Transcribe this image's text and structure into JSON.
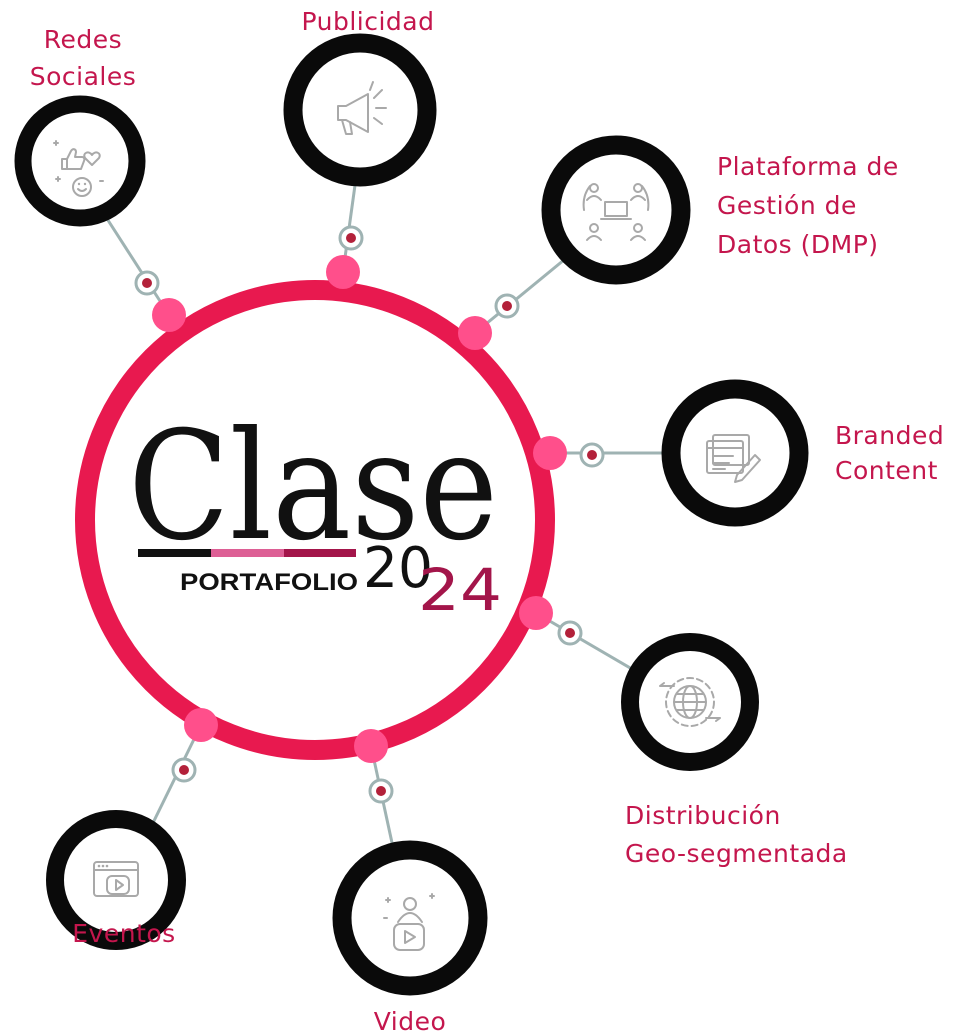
{
  "logo": {
    "word": "Clase",
    "subtitle": "PORTAFOLIO",
    "year_left": "20",
    "year_right": "24"
  },
  "colors": {
    "ring": "#e8194f",
    "ring_dot": "#ff4f8b",
    "node_ring": "#0a0a0a",
    "connector": "#9fb3b3",
    "connector_dot": "#b3213a",
    "label": "#c4164d",
    "logo_accent": "#a3154a",
    "bar_black": "#111111",
    "bar_pink": "#dd5f95",
    "bar_berry": "#a3154a"
  },
  "services": [
    {
      "id": "redes-sociales",
      "label_lines": [
        "Redes",
        "Sociales"
      ],
      "icon": "social-reactions-icon"
    },
    {
      "id": "publicidad",
      "label_lines": [
        "Publicidad"
      ],
      "icon": "megaphone-icon"
    },
    {
      "id": "dmp",
      "label_lines": [
        "Plataforma de",
        "Gestión de",
        "Datos (DMP)"
      ],
      "icon": "data-platform-icon"
    },
    {
      "id": "branded-content",
      "label_lines": [
        "Branded",
        "Content"
      ],
      "icon": "content-edit-icon"
    },
    {
      "id": "distribucion",
      "label_lines": [
        "Distribución",
        "Geo-segmentada"
      ],
      "icon": "globe-gear-icon"
    },
    {
      "id": "video",
      "label_lines": [
        "Video"
      ],
      "icon": "video-creator-icon"
    },
    {
      "id": "eventos",
      "label_lines": [
        "Eventos"
      ],
      "icon": "event-stream-icon"
    }
  ]
}
